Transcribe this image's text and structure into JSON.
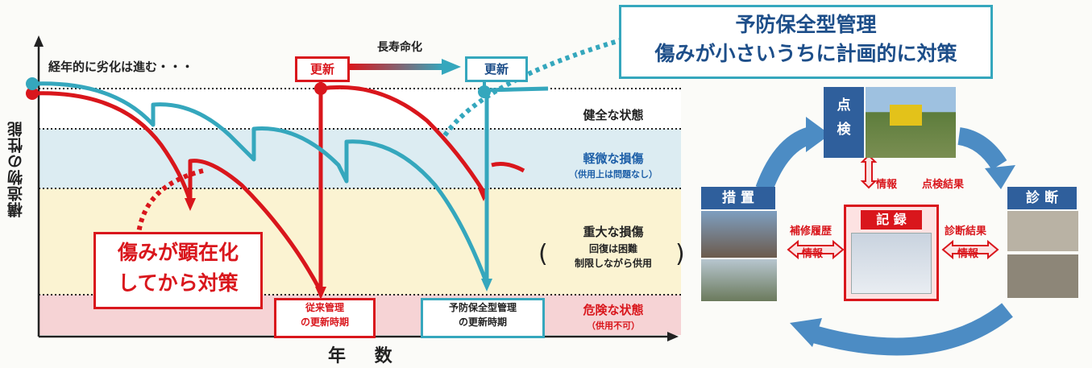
{
  "chart": {
    "y_label": "構造物の性能",
    "x_label": "年 数",
    "note": "経年的に劣化は進む・・・",
    "zones": {
      "sound": "健全な状態",
      "minor": "軽微な損傷",
      "minor_sub": "（供用上は問題なし）",
      "major": "重大な損傷",
      "major_sub1": "回復は困難",
      "major_sub2": "制限しながら供用",
      "danger": "危険な状態",
      "danger_sub": "（供用不可）"
    },
    "renew_red": "更新",
    "renew_blue": "更新",
    "longevity": "長寿命化",
    "reactive_line1": "傷みが顕在化",
    "reactive_line2": "してから対策",
    "conventional_line1": "従来管理",
    "conventional_line2": "の更新時期",
    "preventive_line1": "予防保全型管理",
    "preventive_line2": "の更新時期",
    "colors": {
      "red": "#d9161c",
      "blue": "#35a7bd",
      "dark_blue": "#1d4e89"
    }
  },
  "callout": {
    "line1": "予防保全型管理",
    "line2": "傷みが小さいうちに計画的に対策"
  },
  "cycle": {
    "inspection_1": "点",
    "inspection_2": "検",
    "diagnosis": "診 断",
    "measures": "措 置",
    "record": "記 録",
    "info_top": "情報",
    "inspection_result": "点検結果",
    "repair_history": "補修履歴",
    "info_left": "情報",
    "diagnosis_result": "診断結果",
    "info_right": "情報"
  }
}
